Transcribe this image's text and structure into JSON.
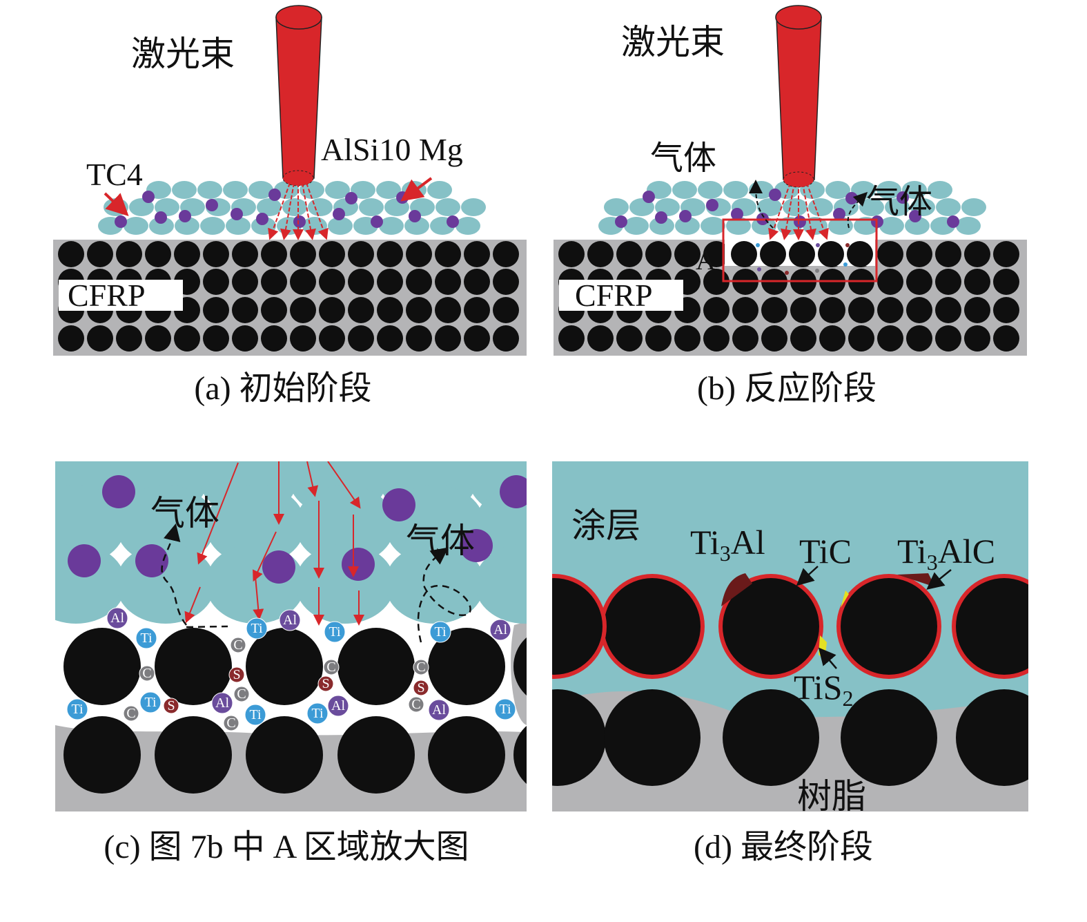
{
  "colors": {
    "laser": "#d8262a",
    "coating": "#86c1c6",
    "particle": "#6a3a9a",
    "fiber": "#0f0f0f",
    "resin": "#b4b4b6",
    "box": "#d8262a",
    "Ti": "#3c9bd6",
    "Al": "#6a4c9c",
    "C": "#7d7d80",
    "S": "#8a2a2c",
    "ti3al": "#6a1a1a",
    "tis2": "#e4e022"
  },
  "panel_a": {
    "laser_label": "激光束",
    "tc4_label": "TC4",
    "alsi_label": "AlSi10 Mg",
    "cfrp_label": "CFRP",
    "caption": "(a) 初始阶段"
  },
  "panel_b": {
    "laser_label": "激光束",
    "gas_label_1": "气体",
    "gas_label_2": "气体",
    "region_label": "A",
    "cfrp_label": "CFRP",
    "caption": "(b) 反应阶段"
  },
  "panel_c": {
    "gas_label_1": "气体",
    "gas_label_2": "气体",
    "caption": "(c) 图 7b 中 A 区域放大图",
    "particles": [
      "Al",
      "Ti",
      "C",
      "Ti",
      "Al",
      "Ti",
      "C",
      "S",
      "S",
      "C",
      "C",
      "S",
      "C",
      "Ti",
      "Al",
      "Ti",
      "C",
      "Ti",
      "S",
      "Al",
      "C",
      "C",
      "Ti",
      "Ti",
      "Al",
      "Al",
      "Ti"
    ]
  },
  "panel_d": {
    "coating_label": "涂层",
    "resin_label": "树脂",
    "ti3al": {
      "base": "Ti",
      "sub": "3",
      "rest": "Al"
    },
    "tic": "TiC",
    "ti3alc": {
      "base": "Ti",
      "sub": "3",
      "rest": "AlC"
    },
    "tis2": {
      "base": "TiS",
      "sub": "2"
    },
    "caption": "(d) 最终阶段"
  }
}
